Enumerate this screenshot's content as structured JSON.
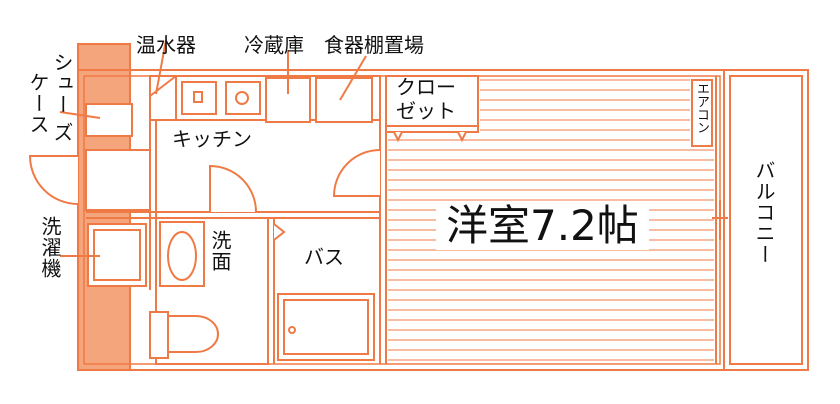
{
  "colors": {
    "wall": "#f4a57c",
    "line": "#f07a45",
    "fill": "#fef4ee",
    "background": "#ffffff",
    "text": "#111111"
  },
  "labels": {
    "water_heater": "温水器",
    "refrigerator": "冷蔵庫",
    "dish_shelf": "食器棚置場",
    "shoe_case_col1": "シュー",
    "shoe_case_col2": "ケース",
    "shoe_case_col3": "ズ",
    "kitchen": "キッチン",
    "closet_line1": "クロー",
    "closet_line2": "ゼット",
    "aircon": "エアコン",
    "washer": "洗濯機",
    "washroom": "洗面",
    "bath": "バス",
    "western_room": "洋室7.2帖",
    "balcony": "バルコニー"
  }
}
